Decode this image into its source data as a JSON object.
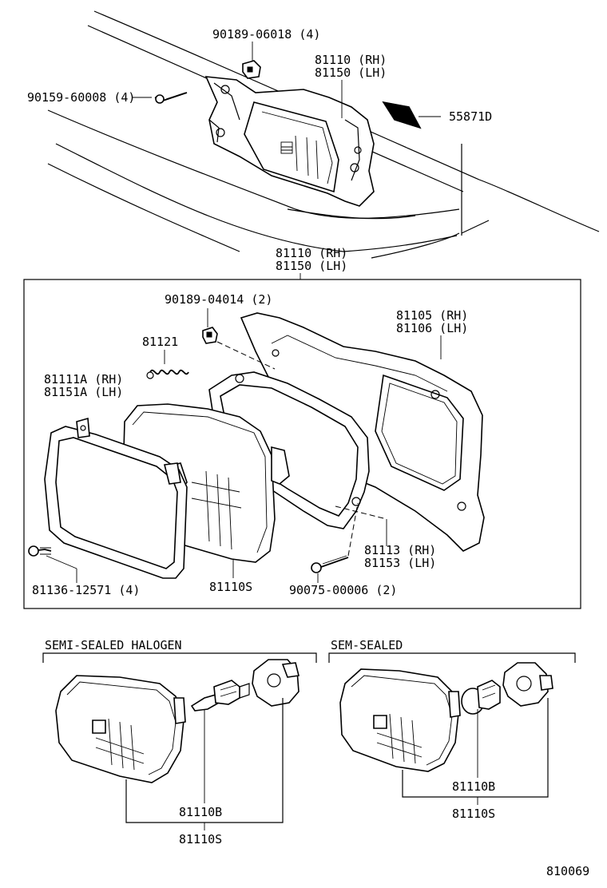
{
  "top_assembly": {
    "clip_part": "90189-06018 (4)",
    "headlamp_rh": "81110 (RH)",
    "headlamp_lh": "81150 (LH)",
    "screw_part": "90159-60008 (4)",
    "cushion_part": "55871D"
  },
  "exploded_box": {
    "header_rh": "81110 (RH)",
    "header_lh": "81150 (LH)",
    "clip_part": "90189-04014 (2)",
    "spring_part": "81121",
    "housing_rh": "81105 (RH)",
    "housing_lh": "81106 (LH)",
    "rim_rh": "81111A (RH)",
    "rim_lh": "81151A (LH)",
    "bracket_rh": "81113 (RH)",
    "bracket_lh": "81153 (LH)",
    "rim_screw": "81136-12571 (4)",
    "unit": "81110S",
    "adjust_screw": "90075-00006 (2)"
  },
  "variants": {
    "left_title": "SEMI-SEALED HALOGEN",
    "left_bulb": "81110B",
    "left_unit": "81110S",
    "right_title": "SEM-SEALED",
    "right_bulb": "81110B",
    "right_unit": "81110S"
  },
  "diagram_number": "810069"
}
